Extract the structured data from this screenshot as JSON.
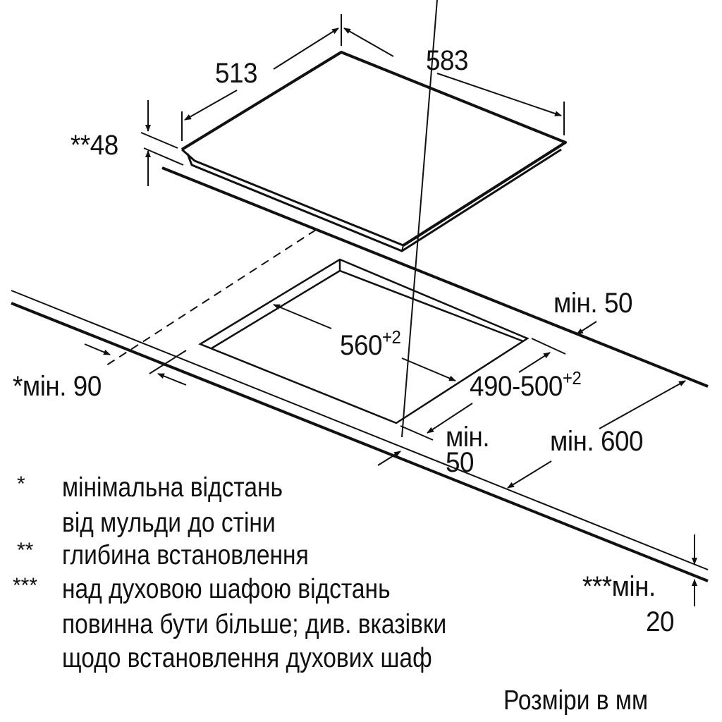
{
  "diagram": {
    "title": "Cooktop installation dimensions",
    "units_note": "Розміри в мм",
    "hob": {
      "depth": "513",
      "width": "583",
      "installation_depth": "**48"
    },
    "cutout": {
      "width": "560",
      "width_tolerance": "+2",
      "depth": "490-500",
      "depth_tolerance": "+2"
    },
    "clearances": {
      "back_wall_min": "*мін. 90",
      "right_min": "мін. 50",
      "front_min_line1": "мін.",
      "front_min_line2": "50",
      "counter_depth_min": "мін. 600",
      "oven_gap_line1": "***мін.",
      "oven_gap_line2": "20"
    },
    "footnotes": [
      {
        "marker": "*",
        "lines": [
          "мінімальна відстань",
          "від мульди до стіни"
        ]
      },
      {
        "marker": "**",
        "lines": [
          "глибина встановлення"
        ]
      },
      {
        "marker": "***",
        "lines": [
          "над духовою шафою відстань",
          "повинна бути більше; див. вказівки",
          "щодо встановлення духових шаф"
        ]
      }
    ]
  }
}
